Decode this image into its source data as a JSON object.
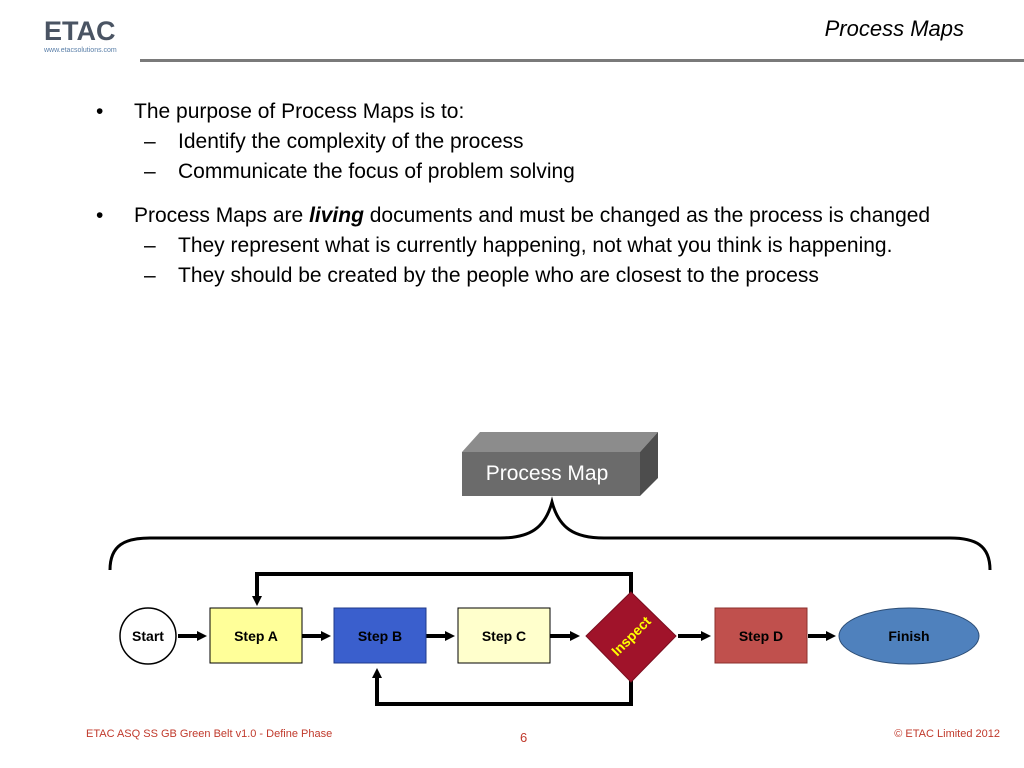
{
  "header": {
    "logo_text": "ETAC",
    "logo_url": "www.etacsolutions.com",
    "title": "Process Maps"
  },
  "content": {
    "bullet1": "The purpose of Process Maps is to:",
    "bullet1_sub": [
      "Identify the complexity of the process",
      "Communicate the focus of problem solving"
    ],
    "bullet2_pre": "Process Maps are ",
    "bullet2_emph": "living",
    "bullet2_post": " documents and must be changed as the process is changed",
    "bullet2_sub": [
      "They represent what is currently happening, not what you think is happening.",
      "They should be created by the people who are closest to the process"
    ]
  },
  "diagram": {
    "box_label": "Process Map",
    "nodes": {
      "start": "Start",
      "step_a": "Step A",
      "step_b": "Step B",
      "step_c": "Step C",
      "inspect": "Inspect",
      "step_d": "Step D",
      "finish": "Finish"
    },
    "colors": {
      "box": "#6b6b6b",
      "step_a": "#ffff99",
      "step_b": "#3a5fcd",
      "step_c": "#ffffcc",
      "inspect": "#a0132a",
      "step_d": "#c0504d",
      "finish": "#4f81bd"
    }
  },
  "footer": {
    "left": "ETAC ASQ SS GB Green Belt v1.0 - Define Phase",
    "page": "6",
    "right": "© ETAC Limited 2012"
  }
}
